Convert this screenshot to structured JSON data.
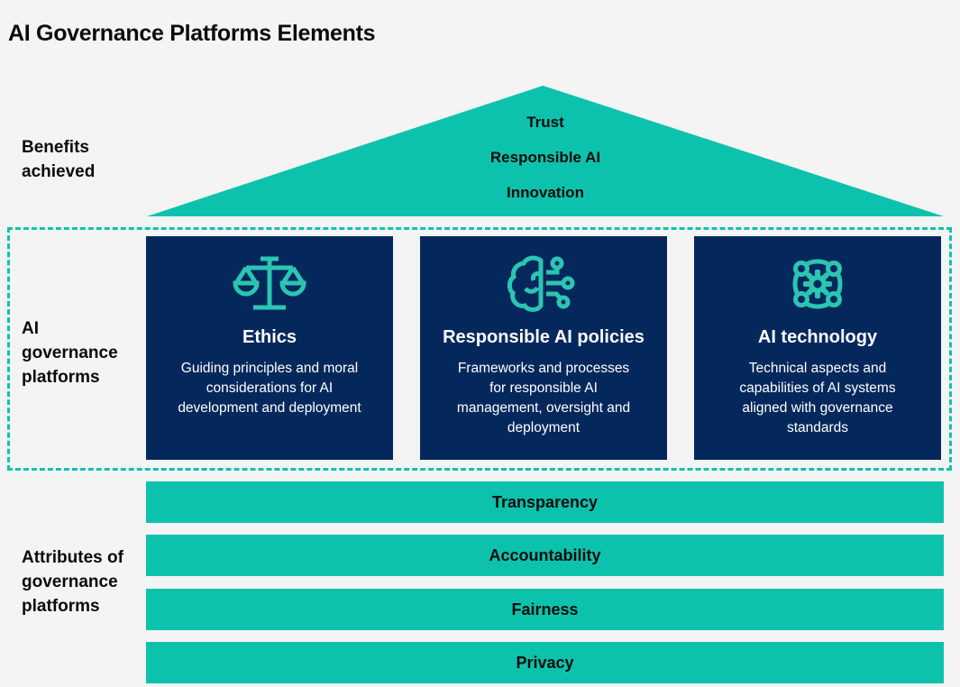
{
  "title": "AI Governance Platforms Elements",
  "colors": {
    "background": "#F4F4F4",
    "teal": "#0DC2AD",
    "icon_teal": "#2BC5B1",
    "navy": "#04285C",
    "text_dark": "#0B0B0B",
    "text_light": "#FFFFFF"
  },
  "benefits": {
    "label": "Benefits achieved",
    "items": [
      "Trust",
      "Responsible AI",
      "Innovation"
    ]
  },
  "platforms": {
    "label": "AI governance platforms",
    "cards": [
      {
        "icon": "scales-icon",
        "title": "Ethics",
        "description": "Guiding principles and moral considerations for AI development and deployment"
      },
      {
        "icon": "brain-circuit-icon",
        "title": "Responsible AI policies",
        "description": "Frameworks and processes for responsible AI management, oversight and deployment"
      },
      {
        "icon": "gear-network-icon",
        "title": "AI technology",
        "description": "Technical aspects and capabilities of AI systems aligned with governance standards"
      }
    ]
  },
  "attributes": {
    "label": "Attributes of governance platforms",
    "items": [
      "Transparency",
      "Accountability",
      "Fairness",
      "Privacy"
    ]
  }
}
